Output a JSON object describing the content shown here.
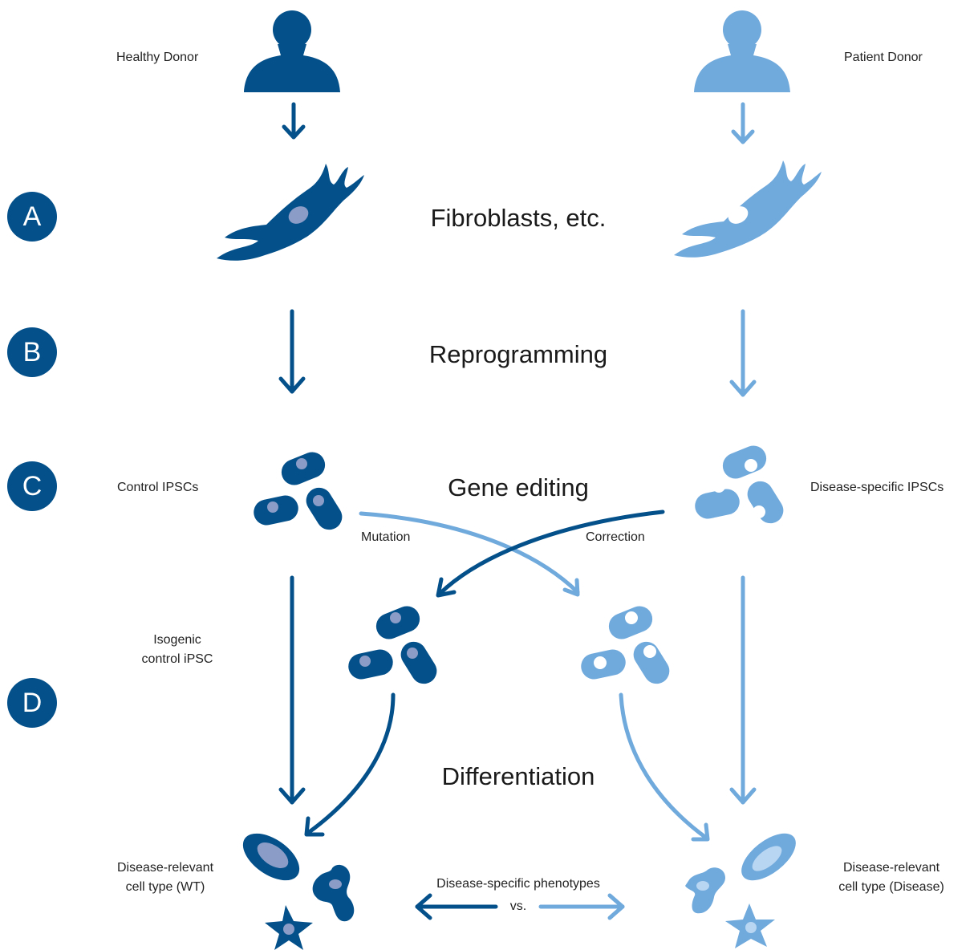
{
  "colors": {
    "dark": "#03508a",
    "light": "#70a9dc",
    "nucleus_dark": "#8b9cc6",
    "nucleus_light": "#b8d6f2",
    "text": "#222222"
  },
  "donors": {
    "healthy_label": "Healthy Donor",
    "patient_label": "Patient Donor"
  },
  "steps": [
    {
      "badge": "A",
      "title": "Fibroblasts, etc."
    },
    {
      "badge": "B",
      "title": "Reprogramming"
    },
    {
      "badge": "C",
      "title": "Gene editing"
    },
    {
      "badge": "D",
      "title": "Differentiation"
    }
  ],
  "labels": {
    "control_ipscs": "Control IPSCs",
    "disease_ipscs": "Disease-specific IPSCs",
    "mutation": "Mutation",
    "correction": "Correction",
    "isogenic_line1": "Isogenic",
    "isogenic_line2": "control iPSC",
    "wt_line1": "Disease-relevant",
    "wt_line2": "cell type (WT)",
    "disease_line1": "Disease-relevant",
    "disease_line2": "cell type (Disease)",
    "phenotypes": "Disease-specific phenotypes",
    "vs": "vs."
  }
}
